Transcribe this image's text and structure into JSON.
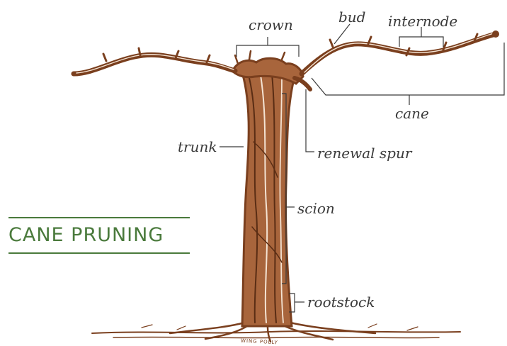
{
  "title": "CANE PRUNING",
  "labels": {
    "crown": "crown",
    "bud": "bud",
    "internode": "internode",
    "cane": "cane",
    "trunk": "trunk",
    "renewal_spur": "renewal spur",
    "scion": "scion",
    "rootstock": "rootstock"
  },
  "signature": "WING POLLY",
  "colors": {
    "vine": "#7a3f1e",
    "vine_light": "#a8653c",
    "title": "#4a7a3c",
    "text": "#3a3a3a"
  }
}
